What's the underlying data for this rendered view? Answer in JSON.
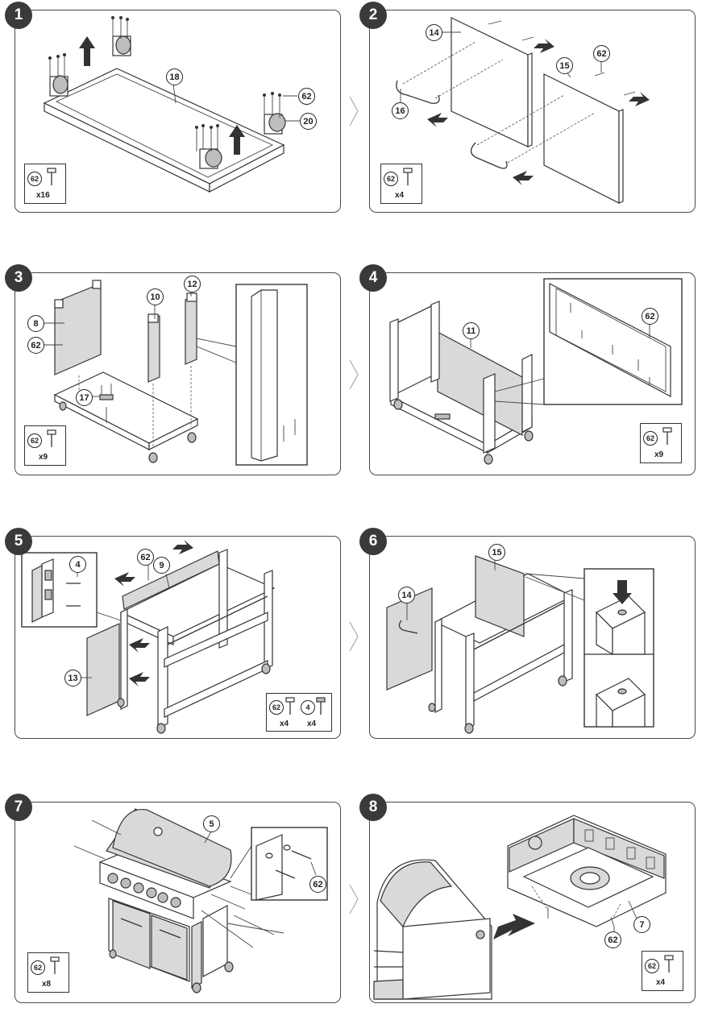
{
  "steps": [
    {
      "number": "1",
      "hardware": {
        "part": "62",
        "qty": "x16"
      },
      "callouts": [
        "18",
        "62",
        "20"
      ]
    },
    {
      "number": "2",
      "hardware": {
        "part": "62",
        "qty": "x4"
      },
      "callouts": [
        "14",
        "62",
        "15",
        "16"
      ]
    },
    {
      "number": "3",
      "hardware": {
        "part": "62",
        "qty": "x9"
      },
      "callouts": [
        "10",
        "12",
        "8",
        "62",
        "17"
      ]
    },
    {
      "number": "4",
      "hardware": {
        "part": "62",
        "qty": "x9"
      },
      "callouts": [
        "62",
        "11"
      ]
    },
    {
      "number": "5",
      "hardware": [
        {
          "part": "62",
          "qty": "x4"
        },
        {
          "part": "4",
          "qty": "x4"
        }
      ],
      "callouts": [
        "4",
        "62",
        "9",
        "13"
      ]
    },
    {
      "number": "6",
      "callouts": [
        "15",
        "14"
      ]
    },
    {
      "number": "7",
      "hardware": {
        "part": "62",
        "qty": "x8"
      },
      "callouts": [
        "5",
        "62"
      ]
    },
    {
      "number": "8",
      "hardware": {
        "part": "62",
        "qty": "x4"
      },
      "callouts": [
        "7",
        "62"
      ]
    }
  ],
  "icons": {
    "separator": "chevron-right-icon",
    "screw": "screw-icon"
  }
}
